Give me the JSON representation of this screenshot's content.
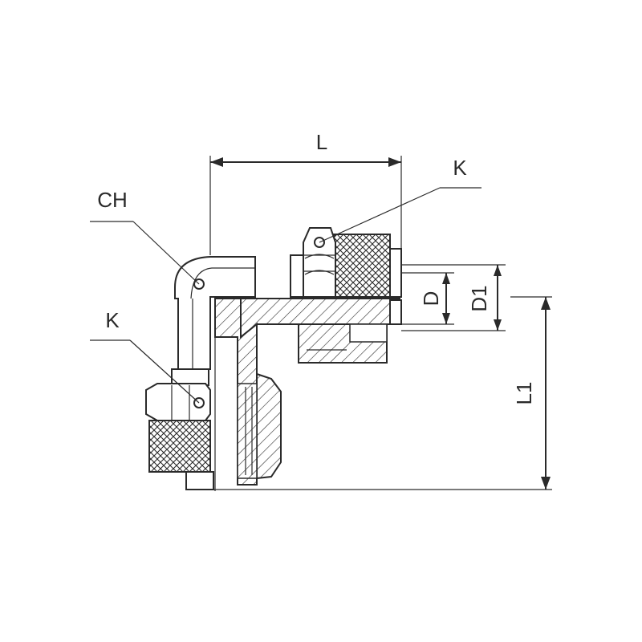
{
  "drawing": {
    "labels": {
      "L": "L",
      "K_top": "K",
      "CH": "CH",
      "K_left": "K",
      "D": "D",
      "D1": "D1",
      "L1": "L1"
    }
  }
}
